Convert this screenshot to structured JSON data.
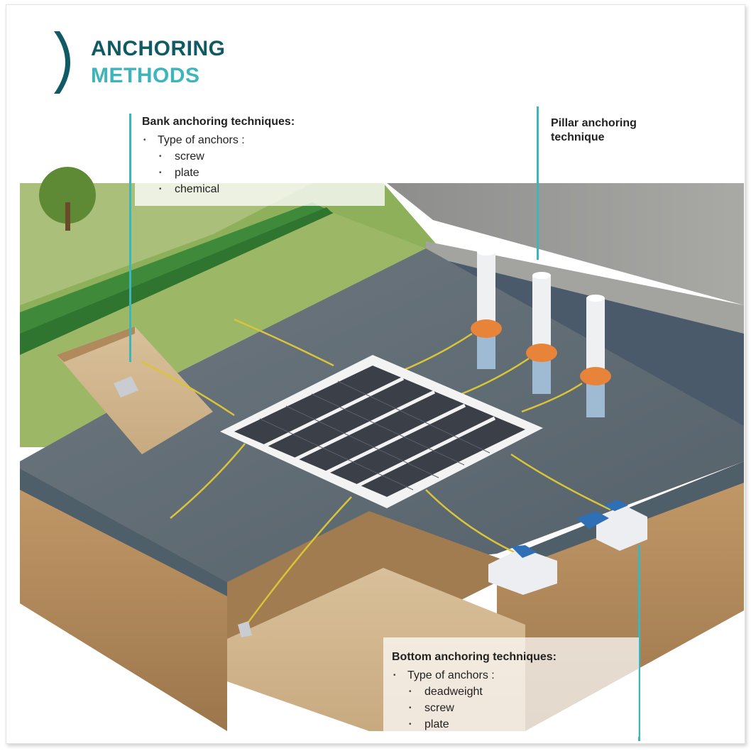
{
  "title": {
    "line1": "ANCHORING",
    "line2": "METHODS"
  },
  "callouts": {
    "bank": {
      "heading": "Bank anchoring techniques:",
      "items": [
        {
          "level": 1,
          "text": "Type of anchors :"
        },
        {
          "level": 2,
          "text": "screw"
        },
        {
          "level": 2,
          "text": "plate"
        },
        {
          "level": 2,
          "text": "chemical"
        }
      ]
    },
    "pillar": {
      "heading": "Pillar anchoring technique"
    },
    "bottom": {
      "heading": "Bottom anchoring techniques:",
      "items": [
        {
          "level": 1,
          "text": "Type of anchors :"
        },
        {
          "level": 2,
          "text": "deadweight"
        },
        {
          "level": 2,
          "text": "screw"
        },
        {
          "level": 2,
          "text": "plate"
        }
      ]
    }
  },
  "colors": {
    "title_dark": "#0f5a63",
    "title_accent": "#3cb6bb",
    "pointer": "#3cb6bb",
    "water": "#5b6770",
    "soil": "#b58a5c",
    "grass": "#7fa04a",
    "concrete": "#9a9a98",
    "float": "#f2f2f2",
    "panel": "#3b3f48",
    "pillar_collar": "#e8833a",
    "rope": "#d9c43a"
  }
}
